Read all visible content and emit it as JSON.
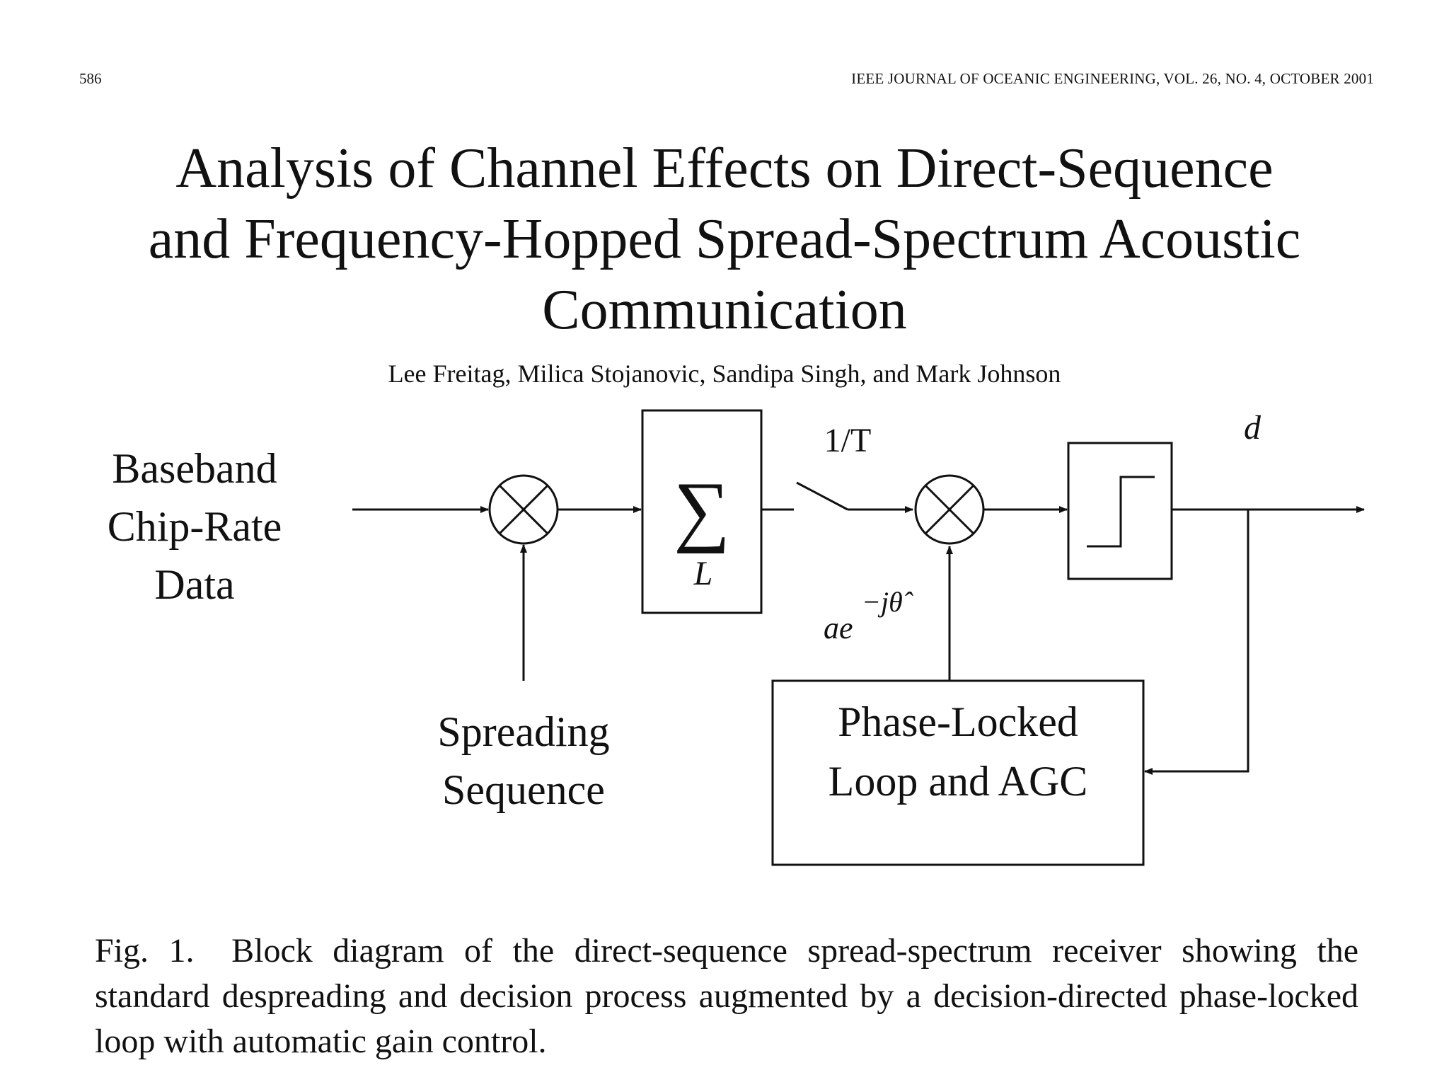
{
  "header": {
    "page_number": "586",
    "journal": "IEEE JOURNAL OF OCEANIC ENGINEERING, VOL. 26, NO. 4, OCTOBER 2001"
  },
  "title": {
    "lines": [
      "Analysis of Channel Effects on Direct-Sequence",
      "and Frequency-Hopped Spread-Spectrum Acoustic",
      "Communication"
    ]
  },
  "authors": "Lee Freitag, Milica Stojanovic, Sandipa Singh, and Mark Johnson",
  "diagram": {
    "input_label_lines": [
      "Baseband",
      "Chip-Rate",
      "Data"
    ],
    "spreading_label_lines": [
      "Spreading",
      "Sequence"
    ],
    "sum_symbol": "∑",
    "sum_label": "L",
    "sample_rate_label": "1/T",
    "output_label": "d",
    "phase_correction_base": "ae",
    "phase_correction_exponent": "−jθ̂",
    "pll_label_lines": [
      "Phase-Locked",
      "Loop and AGC"
    ]
  },
  "caption": {
    "label": "Fig. 1.",
    "text": "Block diagram of the direct-sequence spread-spectrum receiver showing the standard despreading and decision process augmented by a decision-directed phase-locked loop with automatic gain control."
  }
}
